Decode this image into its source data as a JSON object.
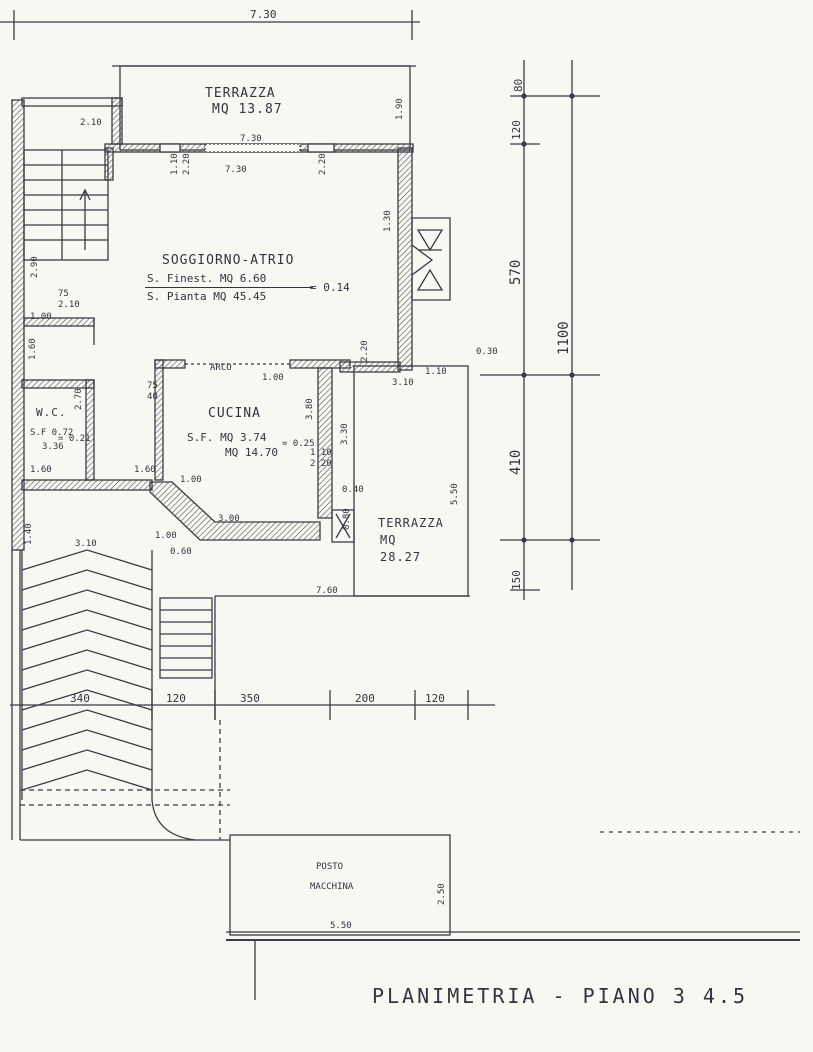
{
  "plan": {
    "title": "PLANIMETRIA - PIANO 3 4.5",
    "rooms": {
      "terrazza_top": {
        "name": "TERRAZZA",
        "area": "MQ 13.87"
      },
      "soggiorno": {
        "name": "SOGGIORNO-ATRIO",
        "line1": "S. Finest. MQ 6.60",
        "line2": "S. Pianta MQ 45.45",
        "ratio": "= 0.14"
      },
      "cucina": {
        "name": "CUCINA",
        "line1": "S.F. MQ 3.74",
        "line2": "MQ 14.70",
        "ratio": "= 0.25"
      },
      "wc": {
        "name": "W.C.",
        "line1": "S.F 0.72",
        "line2": "3.36",
        "ratio": "= 0.21"
      },
      "terrazza_right": {
        "name": "TERRAZZA",
        "area": "MQ",
        "value": "28.27"
      },
      "posto": {
        "name1": "POSTO",
        "name2": "MACCHINA"
      },
      "arco": "ARCO"
    },
    "dims": {
      "d730_top": "7.30",
      "d730_a": "7.30",
      "d730_b": "7.30",
      "d190": "1.90",
      "d210": "2.10",
      "d110": "1.10",
      "d220a": "2.20",
      "d220b": "2.20",
      "d130": "1.30",
      "d290": "2.90",
      "d75": "75",
      "d75b": "75",
      "d210b": "2.10",
      "d100": "1.00",
      "d160": "1.60",
      "d100b": "1.00",
      "d380": "3.80",
      "d330": "3.30",
      "d110b": "1.10",
      "d220c": "2.20",
      "d310": "3.10",
      "d030": "0.30",
      "d110c": "1.10",
      "d040": "0.40",
      "d080": "0.80",
      "d300": "3.00",
      "d550": "5.50",
      "d100c": "1.00",
      "d160b": "1.60",
      "d160c": "1.60",
      "d140": "1.40",
      "d310b": "3.10",
      "d100d": "1.00",
      "d060": "0.60",
      "d760": "7.60",
      "d340": "340",
      "d120": "120",
      "d350": "350",
      "d200": "200",
      "d120b": "120",
      "d250": "2.50",
      "d550b": "5.50",
      "r80": "80",
      "r120": "120",
      "r570": "570",
      "r1100": "1100",
      "r410": "410",
      "r150": "150",
      "d270": "2.70",
      "d40": "40"
    }
  }
}
